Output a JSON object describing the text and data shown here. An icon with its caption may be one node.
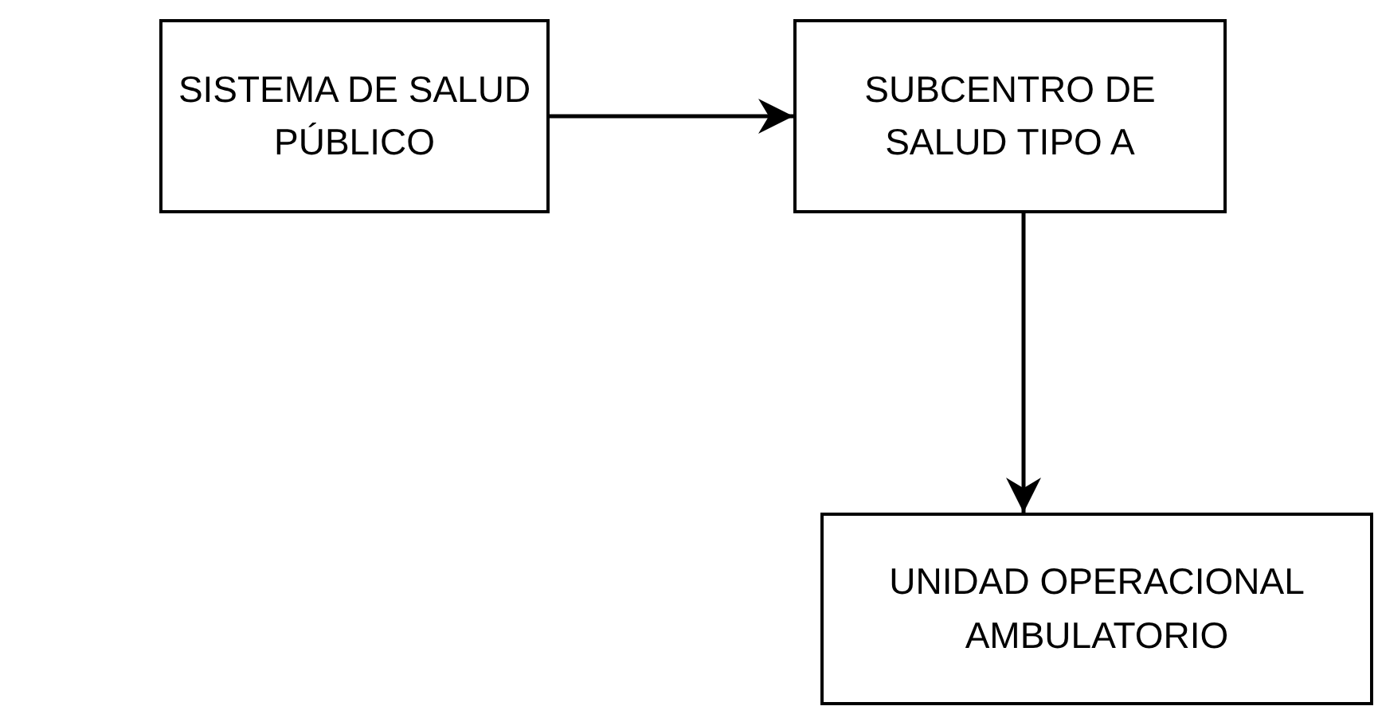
{
  "diagram": {
    "nodes": [
      {
        "text": [
          "SISTEMA DE SALUD PÚBLICO"
        ]
      },
      {
        "text": [
          "SUBCENTRO DE SALUD TIPO A"
        ]
      },
      {
        "text": [
          "UNIDAD OPERACIONAL AMBULATORIO"
        ]
      }
    ],
    "edges": [
      {
        "from": 0,
        "to": 1,
        "arrow": "to"
      },
      {
        "from": 1,
        "to": 2,
        "arrow": "to"
      }
    ]
  }
}
